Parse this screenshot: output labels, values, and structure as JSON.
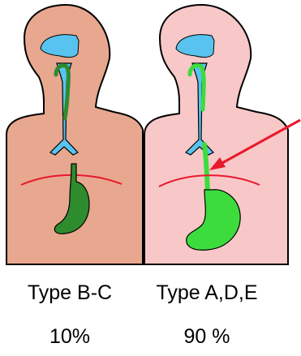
{
  "panels": [
    {
      "type_label": "Type B-C",
      "percent_label": "10%",
      "colors": {
        "body": "#e8a78f",
        "trachea": "#58c3ee",
        "esophagus": "#2e8b2e",
        "stomach": "#2e8b2e",
        "diaphragm": "#e8192c"
      }
    },
    {
      "type_label": "Type A,D,E",
      "percent_label": "90 %",
      "colors": {
        "body": "#f8c8c8",
        "trachea": "#58c3ee",
        "esophagus": "#3ddc3d",
        "stomach": "#3ddc3d",
        "diaphragm": "#e8192c"
      }
    }
  ],
  "colors": {
    "outline": "#000000",
    "arrow": "#e8192c"
  }
}
